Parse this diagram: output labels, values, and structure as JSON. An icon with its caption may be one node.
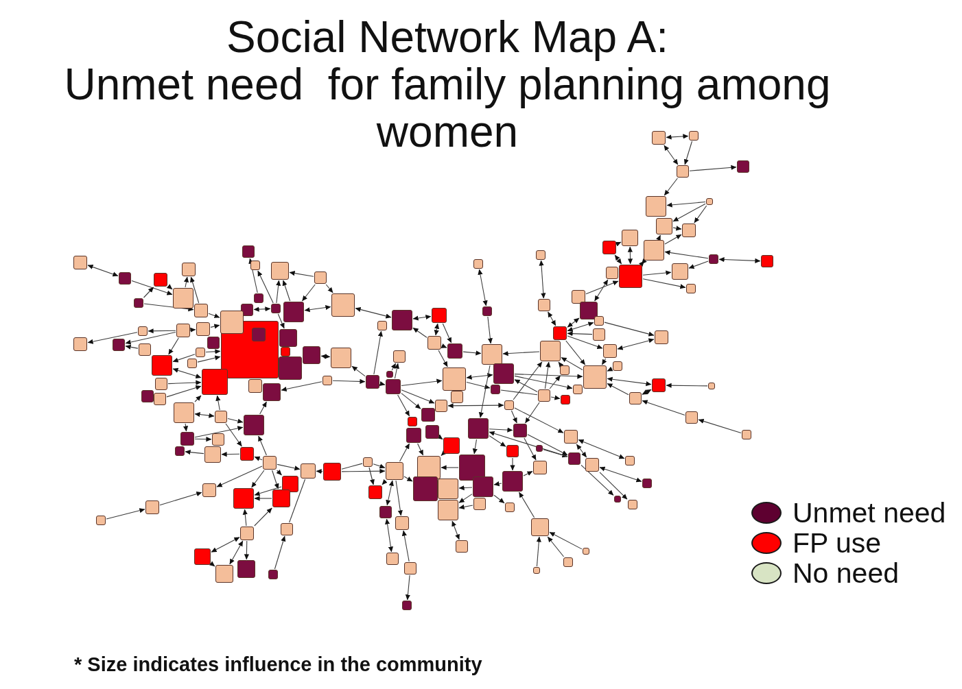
{
  "diagram": {
    "title": "Social Network Map A: Unmet need  for family planning among women",
    "nodes": [
      {
        "text": [],
        "shape": "box"
      },
      {
        "text": [],
        "shape": "box"
      },
      {
        "text": [],
        "shape": "box"
      },
      {
        "text": [],
        "shape": "box"
      },
      {
        "text": [],
        "shape": "box"
      },
      {
        "text": [],
        "shape": "box"
      },
      {
        "text": [],
        "shape": "box"
      },
      {
        "text": [],
        "shape": "box"
      },
      {
        "text": [],
        "shape": "box"
      },
      {
        "text": [],
        "shape": "box"
      },
      {
        "text": [],
        "shape": "box"
      },
      {
        "text": [],
        "shape": "box"
      },
      {
        "text": [],
        "shape": "box"
      },
      {
        "text": [],
        "shape": "box"
      },
      {
        "text": [],
        "shape": "box"
      },
      {
        "text": [],
        "shape": "box"
      },
      {
        "text": [],
        "shape": "box"
      },
      {
        "text": [],
        "shape": "box"
      },
      {
        "text": [],
        "shape": "box"
      },
      {
        "text": [],
        "shape": "box"
      },
      {
        "text": [],
        "shape": "box"
      },
      {
        "text": [],
        "shape": "box"
      },
      {
        "text": [],
        "shape": "box"
      },
      {
        "text": [],
        "shape": "box"
      },
      {
        "text": [],
        "shape": "box"
      },
      {
        "text": [],
        "shape": "box"
      },
      {
        "text": [],
        "shape": "box"
      },
      {
        "text": [],
        "shape": "box"
      },
      {
        "text": [],
        "shape": "box"
      },
      {
        "text": [],
        "shape": "box"
      },
      {
        "text": [],
        "shape": "box"
      },
      {
        "text": [],
        "shape": "box"
      },
      {
        "text": [],
        "shape": "box"
      },
      {
        "text": [],
        "shape": "box"
      },
      {
        "text": [],
        "shape": "box"
      },
      {
        "text": [],
        "shape": "box"
      },
      {
        "text": [],
        "shape": "box"
      },
      {
        "text": [],
        "shape": "box"
      },
      {
        "text": [],
        "shape": "box"
      },
      {
        "text": [],
        "shape": "box"
      },
      {
        "text": [],
        "shape": "box"
      },
      {
        "text": [],
        "shape": "box"
      },
      {
        "text": [],
        "shape": "box",
        "in": 41
      },
      {
        "text": [],
        "shape": "box"
      },
      {
        "text": [],
        "shape": "box"
      },
      {
        "text": [],
        "shape": "box"
      },
      {
        "text": [],
        "shape": "box"
      },
      {
        "text": [],
        "shape": "box"
      },
      {
        "text": [],
        "shape": "box"
      },
      {
        "text": [],
        "shape": "box"
      },
      {
        "text": [],
        "shape": "box"
      },
      {
        "text": [],
        "shape": "box"
      },
      {
        "text": [],
        "shape": "box"
      },
      {
        "text": [],
        "shape": "box"
      },
      {
        "text": [],
        "shape": "box"
      },
      {
        "text": [],
        "shape": "box"
      },
      {
        "text": [],
        "shape": "box"
      },
      {
        "text": [],
        "shape": "box"
      },
      {
        "text": [],
        "shape": "box"
      },
      {
        "text": [],
        "shape": "box"
      },
      {
        "text": [],
        "shape": "box"
      },
      {
        "text": [],
        "shape": "box"
      },
      {
        "text": [],
        "shape": "box"
      },
      {
        "text": [],
        "shape": "box"
      },
      {
        "text": [],
        "shape": "box"
      },
      {
        "text": [],
        "shape": "box"
      },
      {
        "text": [],
        "shape": "box"
      },
      {
        "text": [],
        "shape": "box"
      },
      {
        "text": [],
        "shape": "box"
      },
      {
        "text": [],
        "shape": "box"
      },
      {
        "text": [],
        "shape": "box"
      },
      {
        "text": [],
        "shape": "box"
      },
      {
        "text": [],
        "shape": "box"
      },
      {
        "text": [],
        "shape": "box"
      },
      {
        "text": [],
        "shape": "box"
      },
      {
        "text": [],
        "shape": "box"
      },
      {
        "text": [],
        "shape": "box"
      },
      {
        "text": [],
        "shape": "box"
      },
      {
        "text": [],
        "shape": "box"
      },
      {
        "text": [],
        "shape": "box"
      },
      {
        "text": [],
        "shape": "box"
      },
      {
        "text": [],
        "shape": "box"
      },
      {
        "text": [],
        "shape": "box"
      },
      {
        "text": [],
        "shape": "box"
      },
      {
        "text": [],
        "shape": "box"
      },
      {
        "text": [],
        "shape": "box"
      },
      {
        "text": [],
        "shape": "box"
      },
      {
        "text": [],
        "shape": "box"
      },
      {
        "text": [],
        "shape": "box"
      },
      {
        "text": [],
        "shape": "box"
      },
      {
        "text": [],
        "shape": "box"
      },
      {
        "text": [],
        "shape": "box"
      },
      {
        "text": [],
        "shape": "box"
      },
      {
        "text": [],
        "shape": "box"
      },
      {
        "text": [],
        "shape": "box"
      },
      {
        "text": [],
        "shape": "box"
      },
      {
        "text": [],
        "shape": "box"
      },
      {
        "text": [],
        "shape": "box"
      },
      {
        "text": [],
        "shape": "box"
      },
      {
        "text": [],
        "shape": "box"
      },
      {
        "text": [],
        "shape": "box"
      },
      {
        "text": [],
        "shape": "box"
      },
      {
        "text": [],
        "shape": "box"
      },
      {
        "text": [],
        "shape": "box"
      },
      {
        "text": [],
        "shape": "box"
      },
      {
        "text": [],
        "shape": "box"
      },
      {
        "text": [],
        "shape": "box"
      },
      {
        "text": [],
        "shape": "box"
      },
      {
        "text": [],
        "shape": "box"
      },
      {
        "text": [],
        "shape": "box"
      },
      {
        "text": [],
        "shape": "box"
      },
      {
        "text": [],
        "shape": "box"
      },
      {
        "text": [],
        "shape": "box"
      },
      {
        "text": [],
        "shape": "box"
      },
      {
        "text": [],
        "shape": "box"
      },
      {
        "text": [],
        "shape": "box"
      },
      {
        "text": [],
        "shape": "box"
      },
      {
        "text": [],
        "shape": "box"
      },
      {
        "text": [],
        "shape": "box"
      },
      {
        "text": [],
        "shape": "box"
      },
      {
        "text": [],
        "shape": "box"
      },
      {
        "text": [],
        "shape": "box"
      },
      {
        "text": [],
        "shape": "box"
      },
      {
        "text": [],
        "shape": "box"
      },
      {
        "text": [],
        "shape": "box"
      },
      {
        "text": [],
        "shape": "box"
      },
      {
        "text": [],
        "shape": "box"
      },
      {
        "text": [],
        "shape": "box"
      },
      {
        "text": [],
        "shape": "box"
      },
      {
        "text": [],
        "shape": "box"
      },
      {
        "text": [],
        "shape": "box"
      },
      {
        "text": [],
        "shape": "box"
      },
      {
        "text": [],
        "shape": "box"
      },
      {
        "text": [],
        "shape": "box"
      },
      {
        "text": [],
        "shape": "box"
      },
      {
        "text": [],
        "shape": "box"
      },
      {
        "text": [],
        "shape": "box"
      },
      {
        "text": [],
        "shape": "box"
      },
      {
        "text": [],
        "shape": "box"
      },
      {
        "text": [],
        "shape": "box"
      },
      {
        "text": [],
        "shape": "box"
      },
      {
        "text": [],
        "shape": "box"
      },
      {
        "text": [],
        "shape": "box"
      },
      {
        "text": [],
        "shape": "box"
      },
      {
        "text": [],
        "shape": "box"
      },
      {
        "text": [],
        "shape": "box"
      },
      {
        "text": [],
        "shape": "box"
      },
      {
        "text": [],
        "shape": "box"
      },
      {
        "text": [],
        "shape": "box"
      },
      {
        "text": [],
        "shape": "box"
      },
      {
        "text": [],
        "shape": "box"
      },
      {
        "text": [],
        "shape": "box"
      },
      {
        "text": [],
        "shape": "box"
      },
      {
        "text": [],
        "shape": "box"
      },
      {
        "text": [],
        "shape": "box"
      },
      {
        "text": [],
        "shape": "box"
      },
      {
        "text": [],
        "shape": "box"
      },
      {
        "text": [],
        "shape": "box"
      },
      {
        "text": [],
        "shape": "box"
      }
    ],
    "edges": [
      {
        "from": 0,
        "to": 1,
        "arrow": "both"
      },
      {
        "from": 0,
        "to": 2,
        "arrow": "both"
      },
      {
        "from": 1,
        "to": 2,
        "arrow": "to"
      },
      {
        "from": 2,
        "to": 3,
        "arrow": "to"
      },
      {
        "from": 2,
        "to": 4,
        "arrow": "to"
      },
      {
        "from": 5,
        "to": 4,
        "arrow": "to"
      },
      {
        "from": 5,
        "to": 6,
        "arrow": "to"
      },
      {
        "from": 5,
        "to": 7,
        "arrow": "to"
      },
      {
        "from": 6,
        "to": 7,
        "arrow": "to"
      },
      {
        "from": 9,
        "to": 6,
        "arrow": "to"
      },
      {
        "from": 9,
        "to": 7,
        "arrow": "to"
      },
      {
        "from": 10,
        "to": 14,
        "arrow": "both"
      },
      {
        "from": 8,
        "to": 14,
        "arrow": "both"
      },
      {
        "from": 9,
        "to": 14,
        "arrow": "both"
      },
      {
        "from": 10,
        "to": 8,
        "arrow": "to"
      },
      {
        "from": 11,
        "to": 9,
        "arrow": "to"
      },
      {
        "from": 11,
        "to": 15,
        "arrow": "to"
      },
      {
        "from": 11,
        "to": 12,
        "arrow": "both"
      },
      {
        "from": 14,
        "to": 15,
        "arrow": "to"
      },
      {
        "from": 14,
        "to": 16,
        "arrow": "to"
      },
      {
        "from": 13,
        "to": 108,
        "arrow": "both"
      },
      {
        "from": 107,
        "to": 14,
        "arrow": "to"
      },
      {
        "from": 105,
        "to": 106,
        "arrow": "both"
      },
      {
        "from": 106,
        "to": 110,
        "arrow": "both"
      },
      {
        "from": 108,
        "to": 110,
        "arrow": "both"
      },
      {
        "from": 109,
        "to": 110,
        "arrow": "both"
      },
      {
        "from": 109,
        "to": 113,
        "arrow": "to"
      },
      {
        "from": 112,
        "to": 110,
        "arrow": "to"
      },
      {
        "from": 110,
        "to": 114,
        "arrow": "to"
      },
      {
        "from": 113,
        "to": 114,
        "arrow": "both"
      },
      {
        "from": 104,
        "to": 111,
        "arrow": "to"
      },
      {
        "from": 110,
        "to": 104,
        "arrow": "to"
      },
      {
        "from": 114,
        "to": 104,
        "arrow": "to"
      },
      {
        "from": 115,
        "to": 104,
        "arrow": "to"
      },
      {
        "from": 103,
        "to": 111,
        "arrow": "to"
      },
      {
        "from": 104,
        "to": 116,
        "arrow": "both"
      },
      {
        "from": 117,
        "to": 116,
        "arrow": "to"
      },
      {
        "from": 118,
        "to": 104,
        "arrow": "to"
      },
      {
        "from": 118,
        "to": 116,
        "arrow": "both"
      },
      {
        "from": 119,
        "to": 118,
        "arrow": "to"
      },
      {
        "from": 120,
        "to": 119,
        "arrow": "to"
      },
      {
        "from": 100,
        "to": 101,
        "arrow": "to"
      },
      {
        "from": 100,
        "to": 103,
        "arrow": "to"
      },
      {
        "from": 100,
        "to": 111,
        "arrow": "to"
      },
      {
        "from": 100,
        "to": 129,
        "arrow": "to"
      },
      {
        "from": 89,
        "to": 102,
        "arrow": "to"
      },
      {
        "from": 89,
        "to": 104,
        "arrow": "to"
      },
      {
        "from": 100,
        "to": 89,
        "arrow": "to"
      },
      {
        "from": 99,
        "to": 132,
        "arrow": "to"
      },
      {
        "from": 129,
        "to": 133,
        "arrow": "to"
      },
      {
        "from": 131,
        "to": 133,
        "arrow": "to"
      },
      {
        "from": 132,
        "to": 134,
        "arrow": "both"
      },
      {
        "from": 132,
        "to": 135,
        "arrow": "both"
      },
      {
        "from": 134,
        "to": 136,
        "arrow": "both"
      },
      {
        "from": 133,
        "to": 137,
        "arrow": "to"
      },
      {
        "from": 134,
        "to": 138,
        "arrow": "to"
      },
      {
        "from": 129,
        "to": 139,
        "arrow": "to"
      },
      {
        "from": 130,
        "to": 147,
        "arrow": "to"
      },
      {
        "from": 147,
        "to": 139,
        "arrow": "to"
      },
      {
        "from": 128,
        "to": 130,
        "arrow": "to"
      },
      {
        "from": 128,
        "to": 129,
        "arrow": "to"
      },
      {
        "from": 133,
        "to": 128,
        "arrow": "to"
      },
      {
        "from": 121,
        "to": 122,
        "arrow": "to"
      },
      {
        "from": 121,
        "to": 123,
        "arrow": "to"
      },
      {
        "from": 122,
        "to": 123,
        "arrow": "to"
      },
      {
        "from": 122,
        "to": 150,
        "arrow": "both"
      },
      {
        "from": 150,
        "to": 153,
        "arrow": "both"
      },
      {
        "from": 122,
        "to": 151,
        "arrow": "to"
      },
      {
        "from": 154,
        "to": 151,
        "arrow": "to"
      },
      {
        "from": 154,
        "to": 155,
        "arrow": "to"
      },
      {
        "from": 122,
        "to": 125,
        "arrow": "to"
      },
      {
        "from": 122,
        "to": 142,
        "arrow": "to"
      },
      {
        "from": 125,
        "to": 140,
        "arrow": "to"
      },
      {
        "from": 126,
        "to": 127,
        "arrow": "to"
      },
      {
        "from": 128,
        "to": 141,
        "arrow": "to"
      },
      {
        "from": 127,
        "to": 140,
        "arrow": "to"
      },
      {
        "from": 141,
        "to": 140,
        "arrow": "to"
      },
      {
        "from": 144,
        "to": 152,
        "arrow": "both"
      },
      {
        "from": 145,
        "to": 144,
        "arrow": "to"
      },
      {
        "from": 146,
        "to": 144,
        "arrow": "to"
      },
      {
        "from": 145,
        "to": 143,
        "arrow": "to"
      },
      {
        "from": 147,
        "to": 145,
        "arrow": "to"
      },
      {
        "from": 145,
        "to": 148,
        "arrow": "to"
      },
      {
        "from": 149,
        "to": 147,
        "arrow": "to"
      },
      {
        "from": 156,
        "to": 149,
        "arrow": "to"
      },
      {
        "from": 157,
        "to": 149,
        "arrow": "to"
      },
      {
        "from": 158,
        "to": 149,
        "arrow": "to"
      },
      {
        "from": 32,
        "to": 82,
        "arrow": "both"
      },
      {
        "from": 92,
        "to": 81,
        "arrow": "to"
      },
      {
        "from": 82,
        "to": 83,
        "arrow": "both"
      },
      {
        "from": 84,
        "to": 82,
        "arrow": "to"
      },
      {
        "from": 84,
        "to": 83,
        "arrow": "both"
      },
      {
        "from": 83,
        "to": 85,
        "arrow": "to"
      },
      {
        "from": 84,
        "to": 85,
        "arrow": "to"
      },
      {
        "from": 86,
        "to": 87,
        "arrow": "both"
      },
      {
        "from": 87,
        "to": 88,
        "arrow": "to"
      },
      {
        "from": 85,
        "to": 88,
        "arrow": "to"
      },
      {
        "from": 84,
        "to": 94,
        "arrow": "to"
      },
      {
        "from": 94,
        "to": 89,
        "arrow": "both"
      },
      {
        "from": 111,
        "to": 88,
        "arrow": "to"
      },
      {
        "from": 92,
        "to": 59,
        "arrow": "to"
      },
      {
        "from": 60,
        "to": 92,
        "arrow": "to"
      },
      {
        "from": 92,
        "to": 93,
        "arrow": "to"
      },
      {
        "from": 93,
        "to": 90,
        "arrow": "to"
      },
      {
        "from": 91,
        "to": 90,
        "arrow": "to"
      },
      {
        "from": 93,
        "to": 94,
        "arrow": "to"
      },
      {
        "from": 94,
        "to": 98,
        "arrow": "to"
      },
      {
        "from": 98,
        "to": 100,
        "arrow": "none"
      },
      {
        "from": 96,
        "to": 99,
        "arrow": "both"
      },
      {
        "from": 93,
        "to": 96,
        "arrow": "to"
      },
      {
        "from": 99,
        "to": 129,
        "arrow": "to"
      },
      {
        "from": 88,
        "to": 128,
        "arrow": "to"
      },
      {
        "from": 93,
        "to": 97,
        "arrow": "to"
      },
      {
        "from": 93,
        "to": 124,
        "arrow": "to"
      },
      {
        "from": 99,
        "to": 111,
        "arrow": "to"
      },
      {
        "from": 17,
        "to": 18,
        "arrow": "both"
      },
      {
        "from": 18,
        "to": 22,
        "arrow": "to"
      },
      {
        "from": 21,
        "to": 19,
        "arrow": "to"
      },
      {
        "from": 21,
        "to": 23,
        "arrow": "to"
      },
      {
        "from": 19,
        "to": 22,
        "arrow": "to"
      },
      {
        "from": 22,
        "to": 20,
        "arrow": "to"
      },
      {
        "from": 23,
        "to": 20,
        "arrow": "to"
      },
      {
        "from": 23,
        "to": 33,
        "arrow": "to"
      },
      {
        "from": 30,
        "to": 25,
        "arrow": "to"
      },
      {
        "from": 28,
        "to": 24,
        "arrow": "to"
      },
      {
        "from": 30,
        "to": 26,
        "arrow": "to"
      },
      {
        "from": 31,
        "to": 26,
        "arrow": "to"
      },
      {
        "from": 27,
        "to": 26,
        "arrow": "to"
      },
      {
        "from": 27,
        "to": 31,
        "arrow": "to"
      },
      {
        "from": 27,
        "to": 32,
        "arrow": "to"
      },
      {
        "from": 29,
        "to": 30,
        "arrow": "both"
      },
      {
        "from": 31,
        "to": 32,
        "arrow": "both"
      },
      {
        "from": 30,
        "to": 35,
        "arrow": "to"
      },
      {
        "from": 44,
        "to": 45,
        "arrow": "to"
      },
      {
        "from": 45,
        "to": 46,
        "arrow": "to"
      },
      {
        "from": 44,
        "to": 52,
        "arrow": "to"
      },
      {
        "from": 52,
        "to": 33,
        "arrow": "to"
      },
      {
        "from": 44,
        "to": 47,
        "arrow": "to"
      },
      {
        "from": 48,
        "to": 47,
        "arrow": "to"
      },
      {
        "from": 44,
        "to": 49,
        "arrow": "to"
      },
      {
        "from": 50,
        "to": 49,
        "arrow": "to"
      },
      {
        "from": 50,
        "to": 41,
        "arrow": "to"
      },
      {
        "from": 51,
        "to": 41,
        "arrow": "to"
      },
      {
        "from": 49,
        "to": 43,
        "arrow": "both"
      },
      {
        "from": 55,
        "to": 43,
        "arrow": "to"
      },
      {
        "from": 53,
        "to": 43,
        "arrow": "to"
      },
      {
        "from": 56,
        "to": 57,
        "arrow": "both"
      },
      {
        "from": 56,
        "to": 43,
        "arrow": "to"
      },
      {
        "from": 57,
        "to": 43,
        "arrow": "to"
      },
      {
        "from": 58,
        "to": 39,
        "arrow": "to"
      },
      {
        "from": 37,
        "to": 59,
        "arrow": "both"
      },
      {
        "from": 60,
        "to": 39,
        "arrow": "to"
      },
      {
        "from": 57,
        "to": 58,
        "arrow": "to"
      },
      {
        "from": 61,
        "to": 58,
        "arrow": "to"
      },
      {
        "from": 57,
        "to": 65,
        "arrow": "to"
      },
      {
        "from": 61,
        "to": 63,
        "arrow": "to"
      },
      {
        "from": 64,
        "to": 62,
        "arrow": "to"
      },
      {
        "from": 56,
        "to": 61,
        "arrow": "to"
      },
      {
        "from": 65,
        "to": 64,
        "arrow": "to"
      },
      {
        "from": 66,
        "to": 58,
        "arrow": "to"
      },
      {
        "from": 66,
        "to": 65,
        "arrow": "to"
      },
      {
        "from": 66,
        "to": 67,
        "arrow": "to"
      },
      {
        "from": 66,
        "to": 69,
        "arrow": "to"
      },
      {
        "from": 66,
        "to": 70,
        "arrow": "to"
      },
      {
        "from": 66,
        "to": 71,
        "arrow": "to"
      },
      {
        "from": 66,
        "to": 72,
        "arrow": "to"
      },
      {
        "from": 73,
        "to": 72,
        "arrow": "to"
      },
      {
        "from": 74,
        "to": 73,
        "arrow": "to"
      },
      {
        "from": 68,
        "to": 67,
        "arrow": "to"
      },
      {
        "from": 68,
        "to": 122,
        "arrow": "to"
      },
      {
        "from": 121,
        "to": 68,
        "arrow": "none"
      },
      {
        "from": 70,
        "to": 71,
        "arrow": "to"
      },
      {
        "from": 69,
        "to": 71,
        "arrow": "to"
      },
      {
        "from": 75,
        "to": 71,
        "arrow": "to"
      },
      {
        "from": 75,
        "to": 70,
        "arrow": "to"
      },
      {
        "from": 75,
        "to": 77,
        "arrow": "both"
      },
      {
        "from": 75,
        "to": 78,
        "arrow": "both"
      },
      {
        "from": 75,
        "to": 79,
        "arrow": "to"
      },
      {
        "from": 77,
        "to": 78,
        "arrow": "to"
      },
      {
        "from": 80,
        "to": 76,
        "arrow": "to"
      },
      {
        "from": 67,
        "to": 76,
        "arrow": "none"
      }
    ],
    "labels": [
      "* Size indicates influence in the community"
    ],
    "legend": [
      {
        "text": "Unmet need",
        "color": "#5e0030"
      },
      {
        "text": "FP use",
        "color": "#ff0000"
      },
      {
        "text": "No need",
        "color": "#d8e4c4"
      }
    ]
  }
}
